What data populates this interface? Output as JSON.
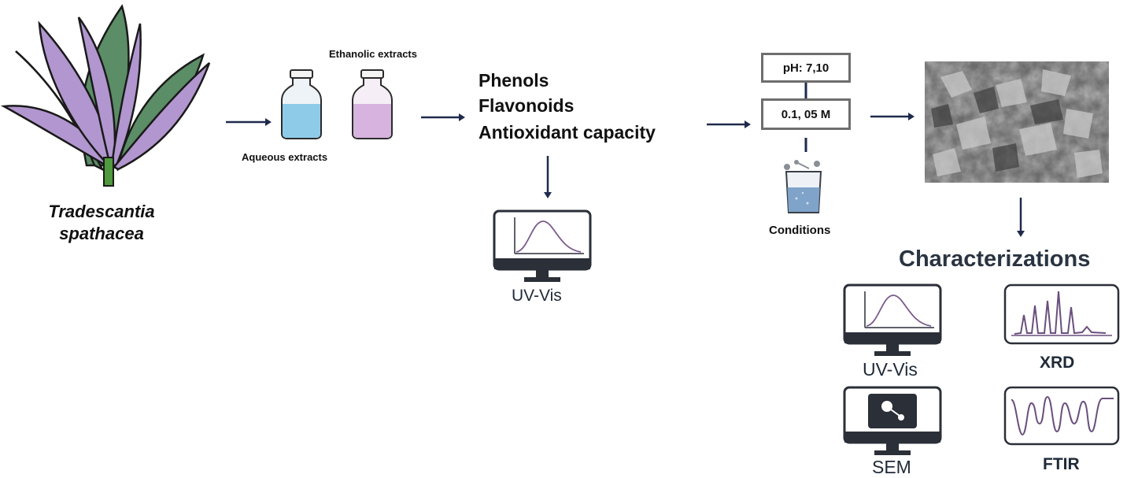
{
  "plant": {
    "line1": "Tradescantia",
    "line2": "spathacea"
  },
  "extracts": {
    "ethanolic_label": "Ethanolic extracts",
    "aqueous_label": "Aqueous extracts"
  },
  "assays": {
    "item1": "Phenols",
    "item2": "Flavonoids",
    "item3": "Antioxidant capacity"
  },
  "uvvis_label": "UV-Vis",
  "conditions": {
    "ph": "pH: 7,10",
    "conc": "0.1, 05 M",
    "label": "Conditions"
  },
  "characterizations": {
    "title": "Characterizations",
    "uvvis": "UV-Vis",
    "xrd": "XRD",
    "sem": "SEM",
    "ftir": "FTIR"
  },
  "colors": {
    "leaf_purple": "#b196cf",
    "leaf_green": "#5b8d66",
    "stem_green": "#4f9a3d",
    "arrow_navy": "#1f2a4c",
    "aqueous_blue": "#8ecbe9",
    "ethanol_lilac": "#d7b3df",
    "monitor_dark": "#2a2f38"
  }
}
